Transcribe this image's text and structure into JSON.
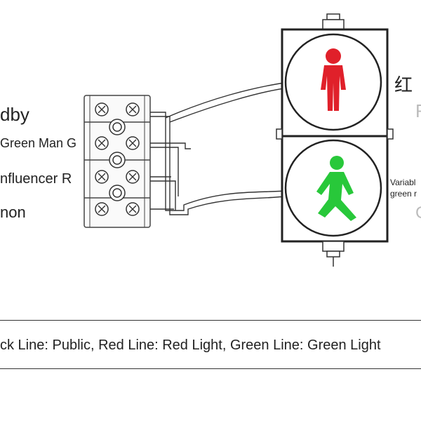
{
  "left_labels": {
    "standby": "dby",
    "green_man": "Green Man G",
    "influencer": "nfluencer R",
    "common": "non"
  },
  "right_labels": {
    "red_char": "红",
    "red_partial": "R",
    "green_note_line1": "Variabl",
    "green_note_line2": "green r",
    "green_partial": "G"
  },
  "legend": {
    "text": "ck Line: Public, Red Line: Red Light, Green Line: Green Light"
  },
  "colors": {
    "red_lamp": "#e0202a",
    "green_lamp": "#28c83a",
    "line": "#333333"
  },
  "icons": {
    "terminal_screw": "circled-x",
    "red_lamp": "standing-person",
    "green_lamp": "walking-person"
  }
}
